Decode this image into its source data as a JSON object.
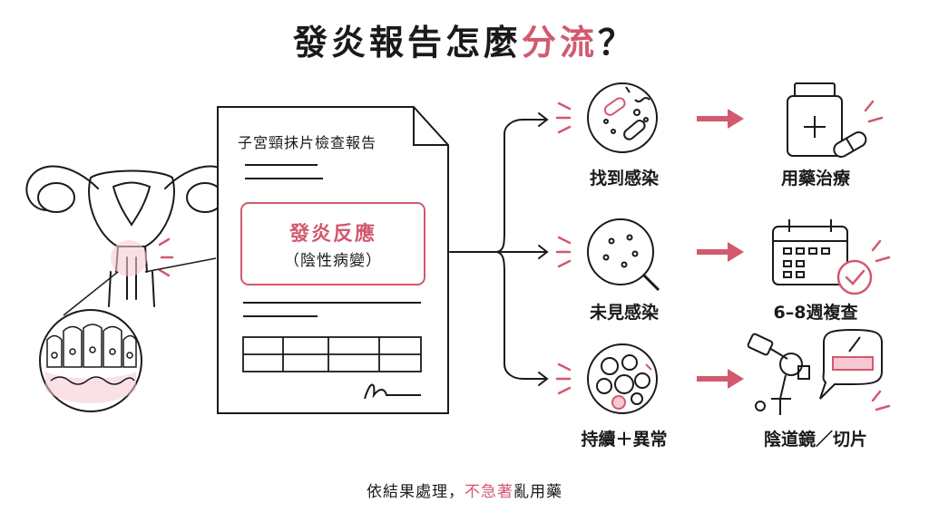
{
  "title": {
    "main": "發炎報告怎麼",
    "accent": "分流",
    "suffix": "？"
  },
  "report": {
    "heading": "子宮頸抹片檢查報告",
    "result": "發炎反應",
    "result_detail": "（陰性病變）"
  },
  "branches": [
    {
      "finding": "找到感染",
      "action": "用藥治療"
    },
    {
      "finding": "未見感染",
      "action": "6–8週複查"
    },
    {
      "finding": "持續＋異常",
      "action": "陰道鏡／切片"
    }
  ],
  "footer": {
    "prefix": "依結果處理，",
    "accent": "不急著",
    "suffix": "亂用藥"
  },
  "colors": {
    "accent": "#d2596f",
    "soft": "#f6c9d2",
    "line": "#1a1a1a"
  }
}
